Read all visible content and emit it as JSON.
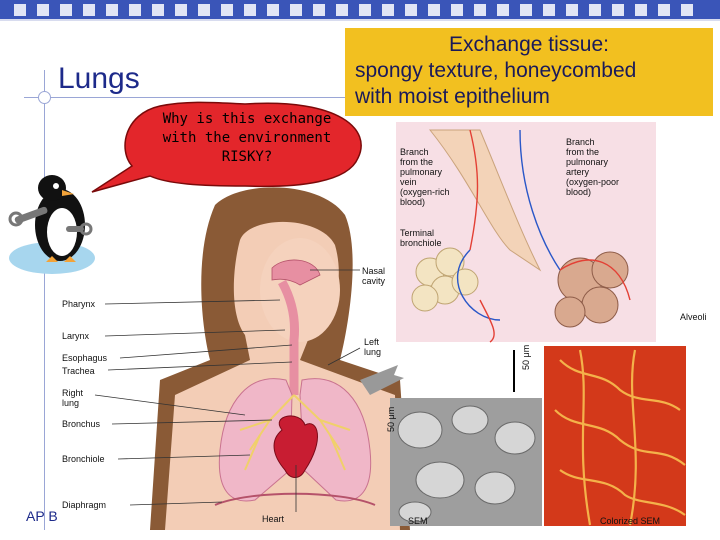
{
  "slide": {
    "title": "Lungs",
    "footer": "AP B"
  },
  "header_box": {
    "line1": "Exchange tissue:",
    "line2": "spongy texture, honeycombed",
    "line3": "with moist epithelium"
  },
  "bubble": {
    "line1": "Why is this exchange",
    "line2": "with the environment",
    "line3": "RISKY?"
  },
  "body_labels": {
    "pharynx": "Pharynx",
    "larynx": "Larynx",
    "esophagus": "Esophagus",
    "trachea": "Trachea",
    "right_lung_1": "Right",
    "right_lung_2": "lung",
    "bronchus": "Bronchus",
    "bronchiole": "Bronchiole",
    "diaphragm": "Diaphragm",
    "heart": "Heart",
    "nasal_cavity_1": "Nasal",
    "nasal_cavity_2": "cavity",
    "left_lung_1": "Left",
    "left_lung_2": "lung"
  },
  "alveoli_labels": {
    "vein": [
      "Branch",
      "from the",
      "pulmonary",
      "vein",
      "(oxygen-rich",
      "blood)"
    ],
    "artery": [
      "Branch",
      "from the",
      "pulmonary",
      "artery",
      "(oxygen-poor",
      "blood)"
    ],
    "terminal": [
      "Terminal",
      "bronchiole"
    ],
    "alveoli": "Alveoli",
    "scale1": "50 μm",
    "scale2": "50 μm",
    "sem": "SEM",
    "colorized_sem": "Colorized SEM"
  }
}
